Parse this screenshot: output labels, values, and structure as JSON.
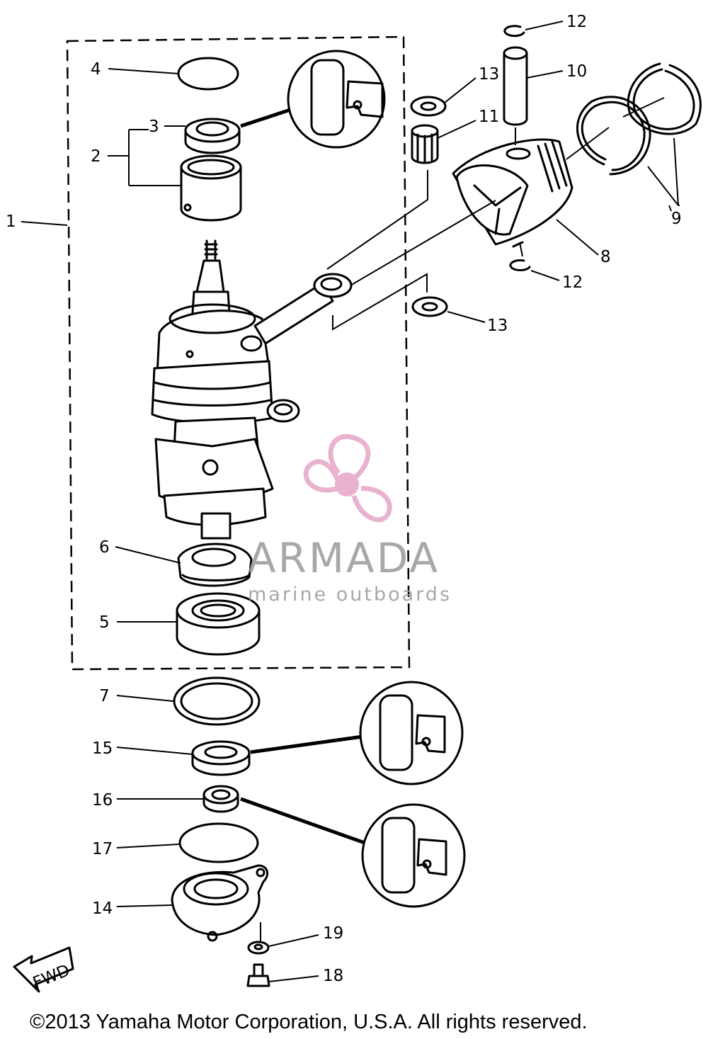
{
  "callouts": {
    "c1": "1",
    "c2": "2",
    "c3": "3",
    "c4": "4",
    "c5": "5",
    "c6": "6",
    "c7": "7",
    "c8": "8",
    "c9": "9",
    "c10": "10",
    "c11": "11",
    "c12a": "12",
    "c12b": "12",
    "c13a": "13",
    "c13b": "13",
    "c14": "14",
    "c15": "15",
    "c16": "16",
    "c17": "17",
    "c18": "18",
    "c19": "19"
  },
  "fwd_label": "FWD",
  "watermark": {
    "brand": "ARMADA",
    "tagline": "marine outboards",
    "pink": "#e6a6c8",
    "gray": "#9a9a9a"
  },
  "copyright": "©2013 Yamaha Motor Corporation, U.S.A. All rights reserved."
}
